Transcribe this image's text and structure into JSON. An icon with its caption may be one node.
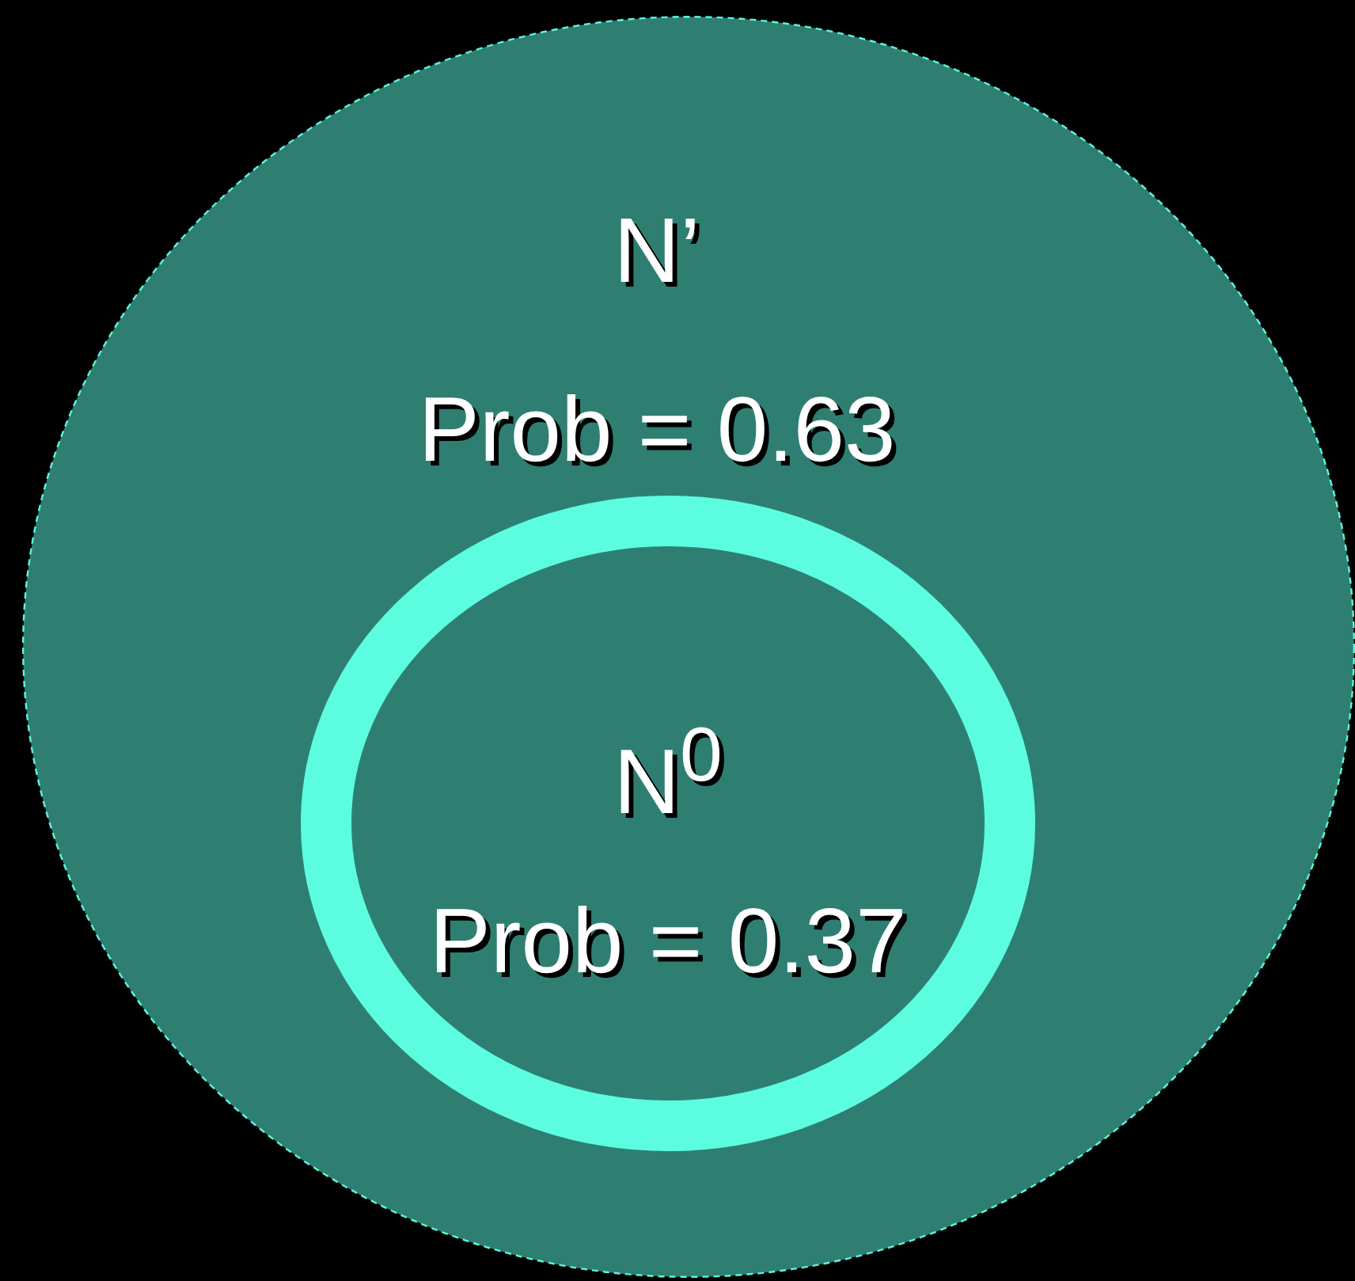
{
  "diagram": {
    "nodes": [
      {
        "text": [
          "N’",
          "Prob = 0.63"
        ]
      },
      {
        "text": [
          "N$^{0}$",
          "Prob = 0.37"
        ],
        "in": 0
      }
    ]
  }
}
